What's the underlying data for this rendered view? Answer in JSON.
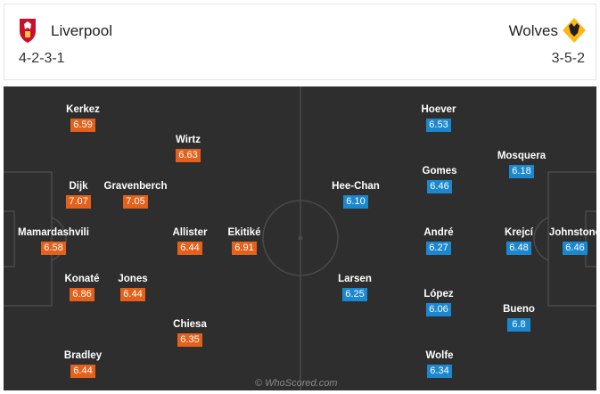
{
  "home": {
    "name": "Liverpool",
    "formation": "4-2-3-1",
    "crest_icon": "liverpool-crest-icon",
    "accent": "#e3611b",
    "players": [
      {
        "name": "Kerkez",
        "rating": "6.59"
      },
      {
        "name": "Wirtz",
        "rating": "6.63"
      },
      {
        "name": "Dijk",
        "rating": "7.07"
      },
      {
        "name": "Gravenberch",
        "rating": "7.05"
      },
      {
        "name": "Mamardashvili",
        "rating": "6.58"
      },
      {
        "name": "Allister",
        "rating": "6.44"
      },
      {
        "name": "Ekitiké",
        "rating": "6.91"
      },
      {
        "name": "Konaté",
        "rating": "6.86"
      },
      {
        "name": "Jones",
        "rating": "6.44"
      },
      {
        "name": "Chiesa",
        "rating": "6.35"
      },
      {
        "name": "Bradley",
        "rating": "6.44"
      }
    ]
  },
  "away": {
    "name": "Wolves",
    "formation": "3-5-2",
    "crest_icon": "wolves-crest-icon",
    "accent": "#1b87cf",
    "players": [
      {
        "name": "Hoever",
        "rating": "6.53"
      },
      {
        "name": "Mosquera",
        "rating": "6.18"
      },
      {
        "name": "Gomes",
        "rating": "6.46"
      },
      {
        "name": "Hee-Chan",
        "rating": "6.10"
      },
      {
        "name": "André",
        "rating": "6.27"
      },
      {
        "name": "Krejcí",
        "rating": "6.48"
      },
      {
        "name": "Johnstone",
        "rating": "6.46"
      },
      {
        "name": "Larsen",
        "rating": "6.25"
      },
      {
        "name": "López",
        "rating": "6.06"
      },
      {
        "name": "Bueno",
        "rating": "6.8"
      },
      {
        "name": "Wolfe",
        "rating": "6.34"
      }
    ]
  },
  "watermark": "© WhoScored.com"
}
